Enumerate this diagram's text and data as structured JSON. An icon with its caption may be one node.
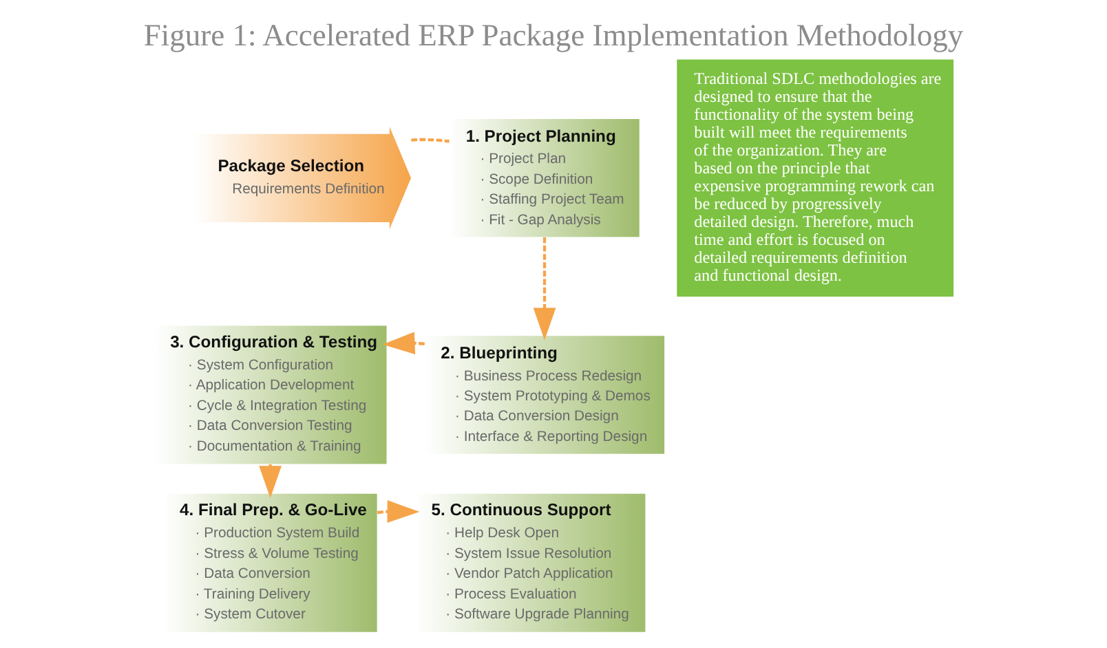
{
  "diagram": {
    "title": "Figure 1: Accelerated ERP Package Implementation Methodology",
    "nodes": [
      {
        "text": [
          "Package Selection",
          "Requirements Definition"
        ]
      },
      {
        "text": [
          "1. Project Planning",
          "· Project Plan",
          "· Scope Definition",
          "· Staffing Project Team",
          "· Fit - Gap Analysis"
        ]
      },
      {
        "text": [
          "2. Blueprinting",
          "· Business Process Redesign",
          "· System Prototyping & Demos",
          "· Data Conversion Design",
          "· Interface & Reporting Design"
        ]
      },
      {
        "text": [
          "3. Configuration & Testing",
          "· System Configuration",
          "· Application Development",
          "· Cycle & Integration Testing",
          "· Data Conversion Testing",
          "· Documentation & Training"
        ]
      },
      {
        "text": [
          "4. Final Prep. & Go-Live",
          "· Production System Build",
          "· Stress & Volume Testing",
          "· Data Conversion",
          "· Training Delivery",
          "· System Cutover"
        ]
      },
      {
        "text": [
          "5. Continuous Support",
          "· Help Desk Open",
          "· System Issue Resolution",
          "· Vendor Patch Application",
          "· Process Evaluation",
          "· Software Upgrade Planning"
        ]
      },
      {
        "text": [
          "Traditional SDLC methodologies are designed to ensure that the functionality of the system being built will meet the requirements of the organization. They are based on the principle that expensive programming rework can be reduced by progressively detailed design. Therefore, much time and effort is focused on detailed requirements definition and functional design."
        ]
      }
    ],
    "edges": [
      {
        "from": 0,
        "to": 1,
        "arrow": "none",
        "style": "dashed"
      },
      {
        "from": 1,
        "to": 2,
        "arrow": "to",
        "style": "dashed"
      },
      {
        "from": 2,
        "to": 3,
        "arrow": "to",
        "style": "dashed"
      },
      {
        "from": 3,
        "to": 4,
        "arrow": "to",
        "style": "dashed"
      },
      {
        "from": 4,
        "to": 5,
        "arrow": "to",
        "style": "dashed"
      }
    ]
  }
}
